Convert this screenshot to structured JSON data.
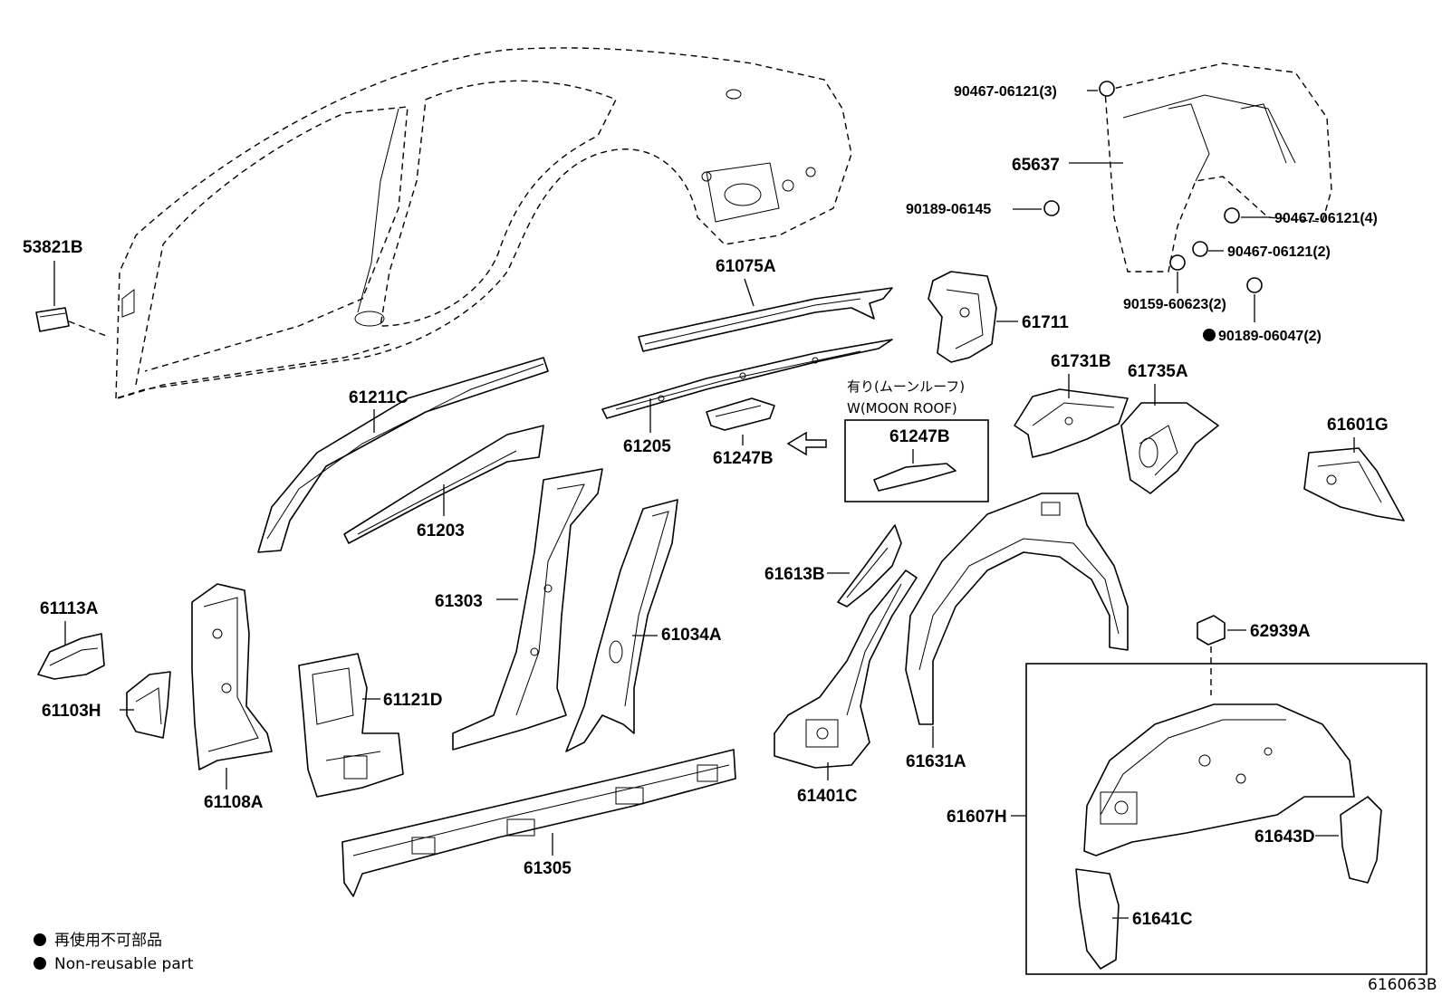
{
  "parts": {
    "p53821B": "53821B",
    "p61075A": "61075A",
    "p61711": "61711",
    "p61211C": "61211C",
    "p61203": "61203",
    "p61205": "61205",
    "p61247B_a": "61247B",
    "p61247B_b": "61247B",
    "p61731B": "61731B",
    "p61735A": "61735A",
    "p61601G": "61601G",
    "p61113A": "61113A",
    "p61103H": "61103H",
    "p61108A": "61108A",
    "p61121D": "61121D",
    "p61303": "61303",
    "p61034A": "61034A",
    "p61305": "61305",
    "p61613B": "61613B",
    "p61401C": "61401C",
    "p61631A": "61631A",
    "p62939A": "62939A",
    "p61607H": "61607H",
    "p61643D": "61643D",
    "p61641C": "61641C",
    "p65637": "65637",
    "f1": "90467-06121(3)",
    "f2": "90189-06145",
    "f3": "90467-06121(4)",
    "f4": "90467-06121(2)",
    "f5": "90159-60623(2)",
    "f6": "90189-06047(2)"
  },
  "moonroof": {
    "note_jp": "有り(ムーンルーフ)",
    "note_en": "W(MOON ROOF)"
  },
  "legend": {
    "jp": "再使用不可部品",
    "en": "Non-reusable part"
  },
  "diagram_id": "616063B"
}
